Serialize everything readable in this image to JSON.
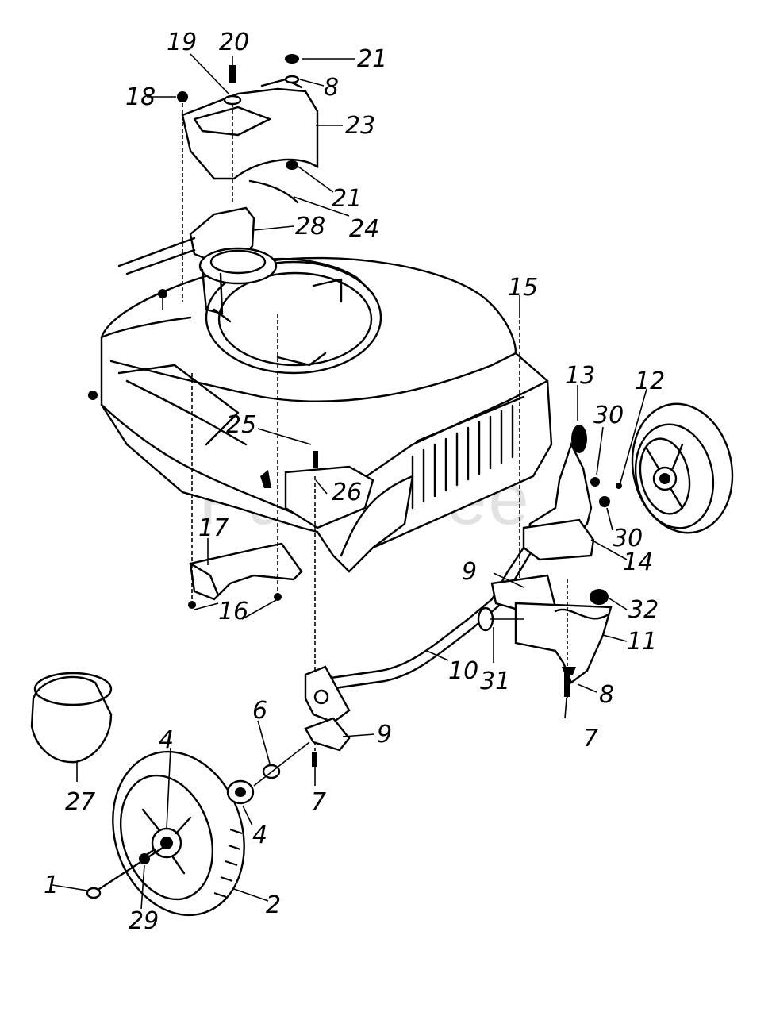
{
  "watermark": "PartsTree",
  "callouts": [
    {
      "id": "c1",
      "text": "1"
    },
    {
      "id": "c2",
      "text": "2"
    },
    {
      "id": "c4a",
      "text": "4"
    },
    {
      "id": "c4b",
      "text": "4"
    },
    {
      "id": "c6",
      "text": "6"
    },
    {
      "id": "c7a",
      "text": "7"
    },
    {
      "id": "c7b",
      "text": "7"
    },
    {
      "id": "c8a",
      "text": "8"
    },
    {
      "id": "c8b",
      "text": "8"
    },
    {
      "id": "c9a",
      "text": "9"
    },
    {
      "id": "c9b",
      "text": "9"
    },
    {
      "id": "c10",
      "text": "10"
    },
    {
      "id": "c11",
      "text": "11"
    },
    {
      "id": "c12",
      "text": "12"
    },
    {
      "id": "c13",
      "text": "13"
    },
    {
      "id": "c14",
      "text": "14"
    },
    {
      "id": "c15",
      "text": "15"
    },
    {
      "id": "c16",
      "text": "16"
    },
    {
      "id": "c17",
      "text": "17"
    },
    {
      "id": "c18",
      "text": "18"
    },
    {
      "id": "c19",
      "text": "19"
    },
    {
      "id": "c20",
      "text": "20"
    },
    {
      "id": "c21a",
      "text": "21"
    },
    {
      "id": "c21b",
      "text": "21"
    },
    {
      "id": "c23",
      "text": "23"
    },
    {
      "id": "c24",
      "text": "24"
    },
    {
      "id": "c25",
      "text": "25"
    },
    {
      "id": "c26",
      "text": "26"
    },
    {
      "id": "c27",
      "text": "27"
    },
    {
      "id": "c28",
      "text": "28"
    },
    {
      "id": "c29",
      "text": "29"
    },
    {
      "id": "c30a",
      "text": "30"
    },
    {
      "id": "c30b",
      "text": "30"
    },
    {
      "id": "c31",
      "text": "31"
    },
    {
      "id": "c32",
      "text": "32"
    }
  ]
}
